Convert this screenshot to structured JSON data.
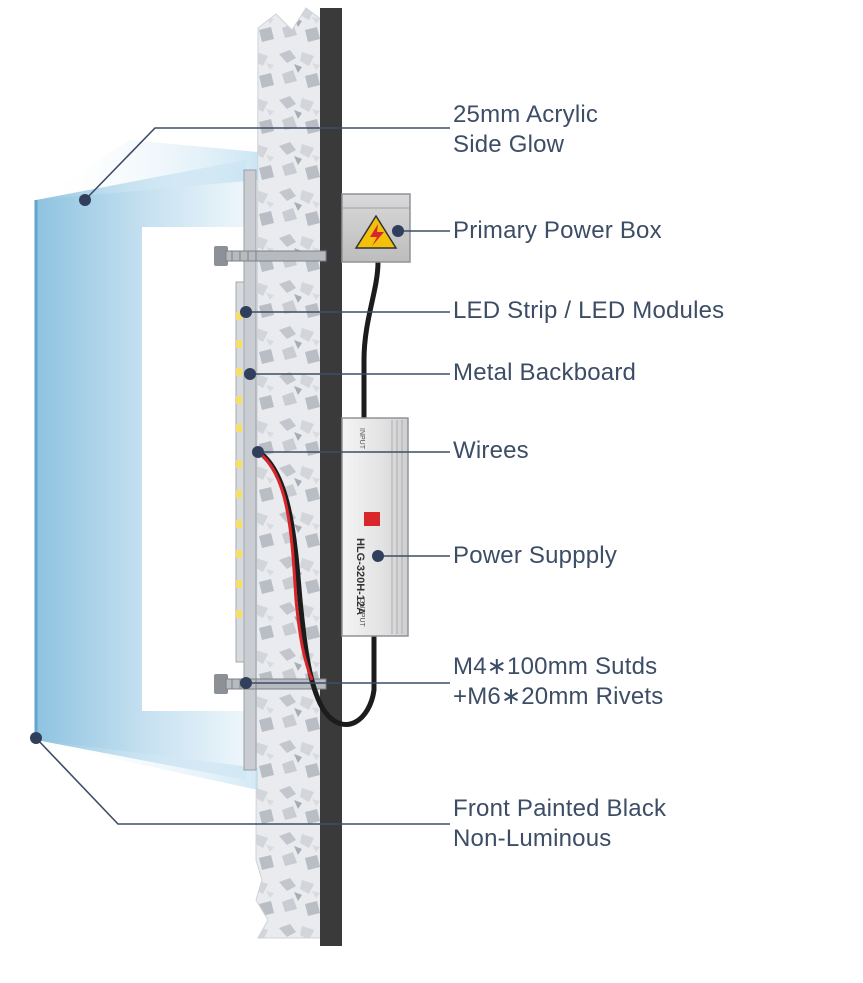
{
  "labels": {
    "acrylic": [
      "25mm Acrylic",
      "Side Glow"
    ],
    "power_box": "Primary Power Box",
    "led_strip": "LED Strip / LED Modules",
    "backboard": "Metal Backboard",
    "wires": "Wirees",
    "power_supply": "Power  Suppply",
    "studs": [
      "M4∗100mm Sutds",
      "+M6∗20mm  Rivets"
    ],
    "front": [
      "Front Painted Black",
      "Non-Luminous"
    ]
  },
  "psu_text": {
    "model": "HLG-320H-12A",
    "input": "INPUT",
    "output": "OUTPUT"
  },
  "colors": {
    "label": "#3d4d66",
    "leader": "#3d4d66",
    "wall": "#3a3a3a",
    "glow": "#9fcbe3",
    "warning": "#f2c10c",
    "wire_red": "#d9262b"
  }
}
